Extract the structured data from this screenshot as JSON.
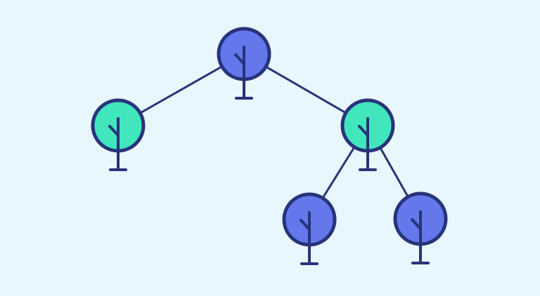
{
  "colors": {
    "background": "#e8f6fd",
    "stroke": "#27347a",
    "blue_node": "#6478ec",
    "green_node": "#42e6bd"
  },
  "tree": {
    "icon": "tree-icon",
    "nodes": [
      {
        "id": "root",
        "color": "blue",
        "parent": null
      },
      {
        "id": "left",
        "color": "green",
        "parent": "root"
      },
      {
        "id": "right",
        "color": "green",
        "parent": "root"
      },
      {
        "id": "right-left",
        "color": "blue",
        "parent": "right"
      },
      {
        "id": "right-right",
        "color": "blue",
        "parent": "right"
      }
    ]
  }
}
